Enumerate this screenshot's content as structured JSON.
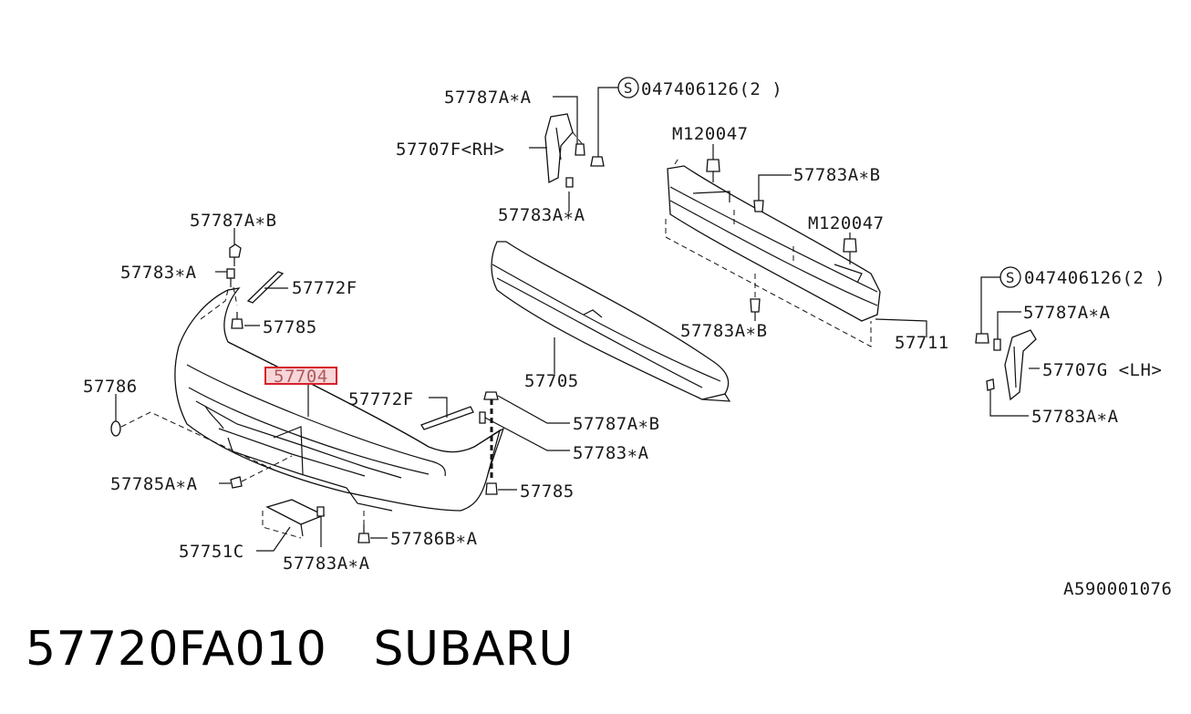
{
  "labels": {
    "l_57787A_A_top": "57787A∗A",
    "l_bolt_top": "047406126(2 )",
    "l_57707F": "57707F<RH>",
    "l_57783A_A_mid": "57783A∗A",
    "l_M120047_a": "M120047",
    "l_57783A_B_a": "57783A∗B",
    "l_M120047_b": "M120047",
    "l_57787A_B_left": "57787A∗B",
    "l_57783_A_left": "57783∗A",
    "l_57772F_a": "57772F",
    "l_57785_a": "57785",
    "l_57704": "57704",
    "l_57786": "57786",
    "l_57772F_b": "57772F",
    "l_57705": "57705",
    "l_57783A_B_b": "57783A∗B",
    "l_57711": "57711",
    "l_bolt_right": "047406126(2 )",
    "l_57787A_A_right": "57787A∗A",
    "l_57707G": "57707G <LH>",
    "l_57783A_A_right": "57783A∗A",
    "l_57787A_B_mid": "57787A∗B",
    "l_57783_A_mid": "57783∗A",
    "l_57785_b": "57785",
    "l_57785A_A": "57785A∗A",
    "l_57786B_A": "57786B∗A",
    "l_57751C": "57751C",
    "l_57783A_A_bot": "57783A∗A",
    "l_ref": "A590001076"
  },
  "circled_s": "S",
  "highlight_part": "57704",
  "highlight_color": "#d6202a",
  "footer": {
    "part_number": "57720FA010",
    "brand": "SUBARU"
  }
}
